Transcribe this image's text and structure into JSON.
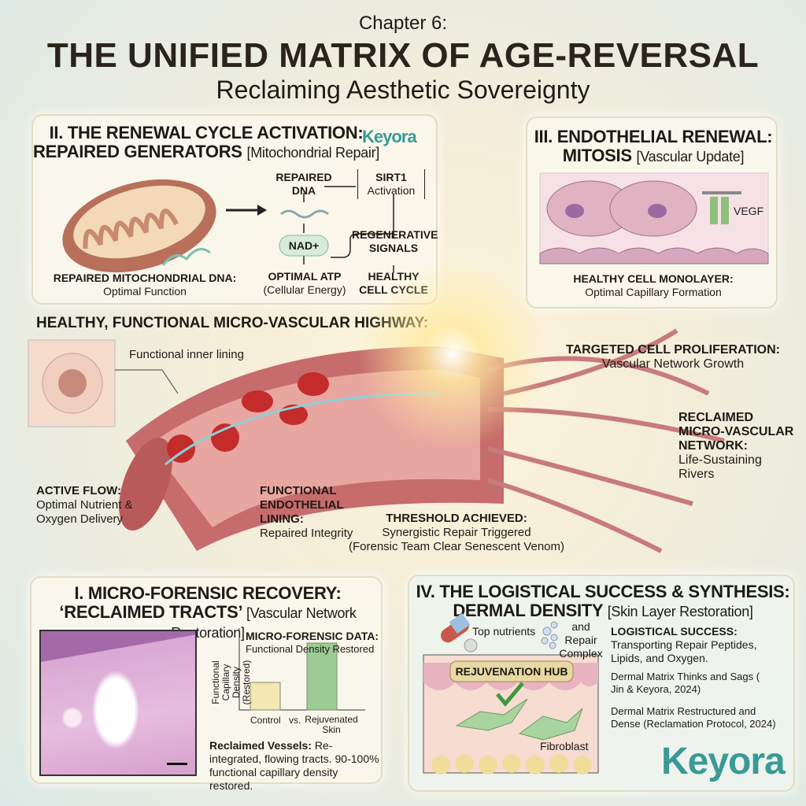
{
  "header": {
    "chapter": "Chapter 6:",
    "title": "THE UNIFIED MATRIX OF AGE-REVERSAL",
    "subtitle": "Reclaiming Aesthetic Sovereignty"
  },
  "brand": "Keyora",
  "panel_ii": {
    "title": "II. THE RENEWAL CYCLE ACTIVATION:",
    "title2": "REPAIRED GENERATORS",
    "tag": "[Mitochondrial Repair]",
    "repaired_dna": "REPAIRED DNA",
    "sirt1": "SIRT1",
    "sirt1_sub": "Activation",
    "nad": "NAD+",
    "regen": "REGENERATIVE SIGNALS",
    "atp": "OPTIMAL ATP",
    "atp_sub": "(Cellular Energy)",
    "healthy": "HEALTHY CELL CYCLE",
    "caption": "REPAIRED MITOCHONDRIAL DNA:",
    "caption_sub": "Optimal Function"
  },
  "panel_iii": {
    "title": "III. ENDOTHELIAL RENEWAL:",
    "title2": "MITOSIS",
    "tag": "[Vascular Update]",
    "vegf": "VEGF",
    "caption": "HEALTHY CELL MONOLAYER:",
    "caption_sub": "Optimal Capillary Formation"
  },
  "highway": {
    "title": "HEALTHY, FUNCTIONAL MICRO-VASCULAR HIGHWAY:",
    "inner": "Functional inner lining",
    "flow": "ACTIVE FLOW:",
    "flow_sub": "Optimal Nutrient & Oxygen Delivery",
    "lining": "FUNCTIONAL ENDOTHELIAL LINING:",
    "lining_sub": "Repaired Integrity",
    "threshold": "THRESHOLD ACHIEVED:",
    "threshold_sub": "Synergistic Repair Triggered",
    "threshold_sub2": "(Forensic Team Clear Senescent Venom)",
    "prolif": "TARGETED CELL PROLIFERATION:",
    "prolif_sub": "Vascular Network Growth",
    "reclaimed": "RECLAIMED MICRO-VASCULAR NETWORK:",
    "reclaimed_sub": "Life-Sustaining Rivers"
  },
  "panel_i": {
    "title": "I. MICRO-FORENSIC RECOVERY:",
    "title2": "‘RECLAIMED TRACTS’",
    "tag": "[Vascular Network Restoration]",
    "vessels_b": "Reclaimed Vessels:",
    "vessels": "Re-integrated, flowing tracts. 90-100% functional capillary density restored."
  },
  "chart_data": {
    "type": "bar",
    "title": "MICRO-FORENSIC DATA:",
    "subtitle": "Functional Density Restored",
    "ylabel": "Functional Capillary Density (Restored)",
    "xlabel": "",
    "categories": [
      "Control",
      "Rejuvenated Skin"
    ],
    "separator": "vs.",
    "values": [
      35,
      85
    ],
    "ylim": [
      0,
      100
    ],
    "colors": [
      "#f3e7b3",
      "#9ccc94"
    ]
  },
  "panel_iv": {
    "title": "IV. THE LOGISTICAL SUCCESS & SYNTHESIS:",
    "title2": "DERMAL DENSITY",
    "tag": "[Skin Layer Restoration]",
    "top_nutrients": "Top nutrients",
    "repair_complex": "and Repair Complex",
    "hub": "REJUVENATION HUB",
    "fibroblast": "Fibroblast",
    "success": "LOGISTICAL SUCCESS:",
    "success_sub": "Transporting Repair Peptides, Lipids, and Oxygen.",
    "note1": "Dermal Matrix Thinks and Sags ( Jin & Keyora, 2024)",
    "note2": "Dermal Matrix Restructured and Dense (Reclamation Protocol, 2024)"
  }
}
